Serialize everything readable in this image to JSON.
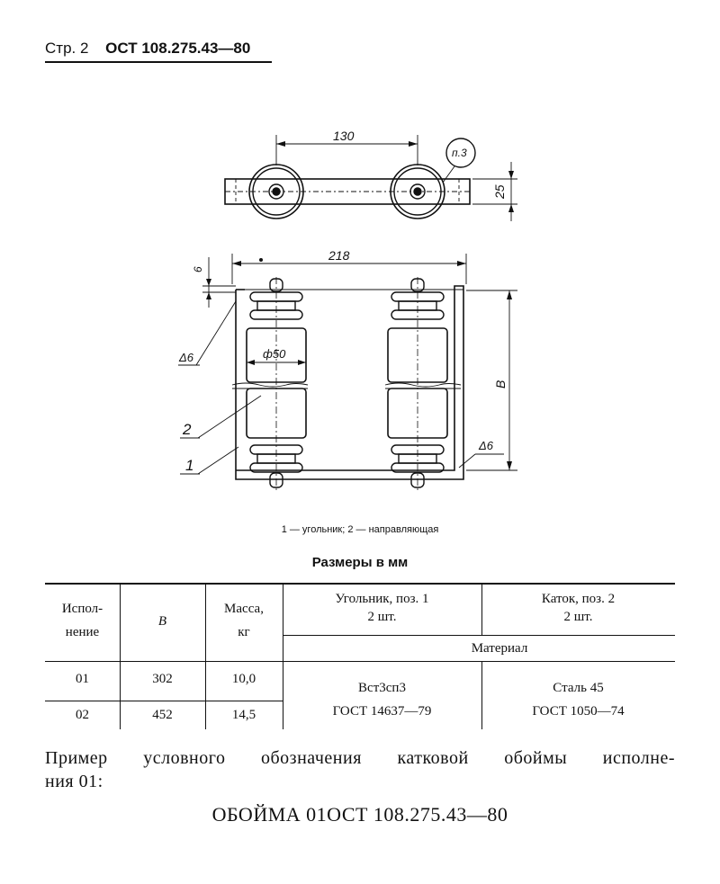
{
  "header": {
    "page_label": "Стр. 2",
    "standard": "ОСТ 108.275.43—80"
  },
  "drawing": {
    "dim_130": "130",
    "dim_25": "25",
    "ref_p3": "п.3",
    "dim_218": "218",
    "dim_6": "6",
    "dim_phi50": "ф50",
    "dim_B": "В",
    "weld_left": "Δ6",
    "weld_right": "Δ6",
    "pos_1": "1",
    "pos_2": "2"
  },
  "caption": "1 — угольник; 2 — направляющая",
  "dims_title": "Размеры в мм",
  "table": {
    "h_variant_1": "Испол-",
    "h_variant_2": "нение",
    "h_B": "В",
    "h_mass_1": "Масса,",
    "h_mass_2": "кг",
    "h_angle_1": "Угольник, поз. 1",
    "h_angle_2": "2 шт.",
    "h_roller_1": "Каток, поз. 2",
    "h_roller_2": "2 шт.",
    "h_material": "Материал",
    "rows": [
      {
        "variant": "01",
        "B": "302",
        "mass": "10,0"
      },
      {
        "variant": "02",
        "B": "452",
        "mass": "14,5"
      }
    ],
    "angle_mat_1": "Вст3сп3",
    "angle_mat_2": "ГОСТ 14637—79",
    "roller_mat_1": "Сталь 45",
    "roller_mat_2": "ГОСТ 1050—74"
  },
  "example_text_1": "Пример условного обозначения катковой обоймы исполне-",
  "example_text_2": "ния 01:",
  "designation": "ОБОЙМА 01ОСТ 108.275.43—80"
}
